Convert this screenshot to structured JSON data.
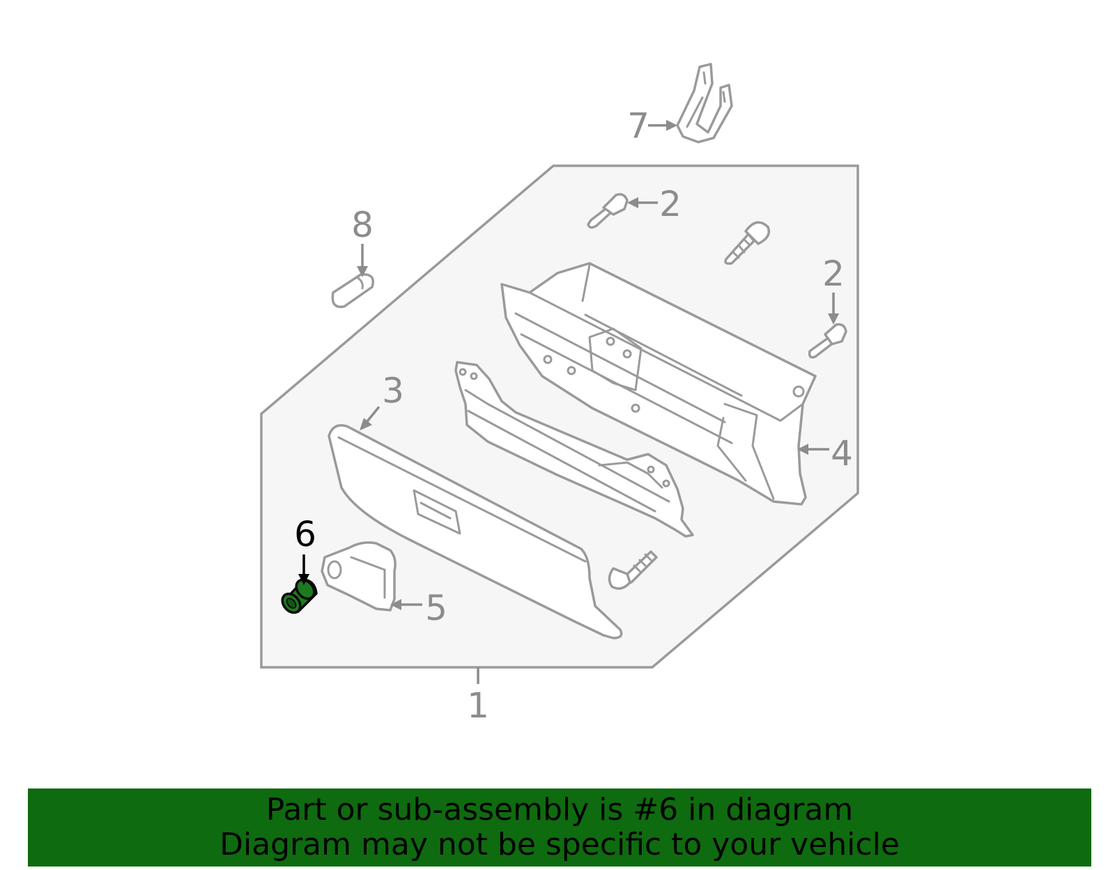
{
  "diagram": {
    "highlighted_part": "6",
    "callouts": {
      "c1": "1",
      "c2a": "2",
      "c2b": "2",
      "c3": "3",
      "c4": "4",
      "c5": "5",
      "c6": "6",
      "c7": "7",
      "c8": "8"
    },
    "colors": {
      "highlight": "#1e7a1e",
      "banner": "#0f6b0f",
      "outline": "#9a9a9a",
      "panel": "#f6f6f6"
    }
  },
  "banner": {
    "line1": "Part or sub-assembly is #6 in diagram",
    "line2": "Diagram may not be specific to your vehicle"
  }
}
